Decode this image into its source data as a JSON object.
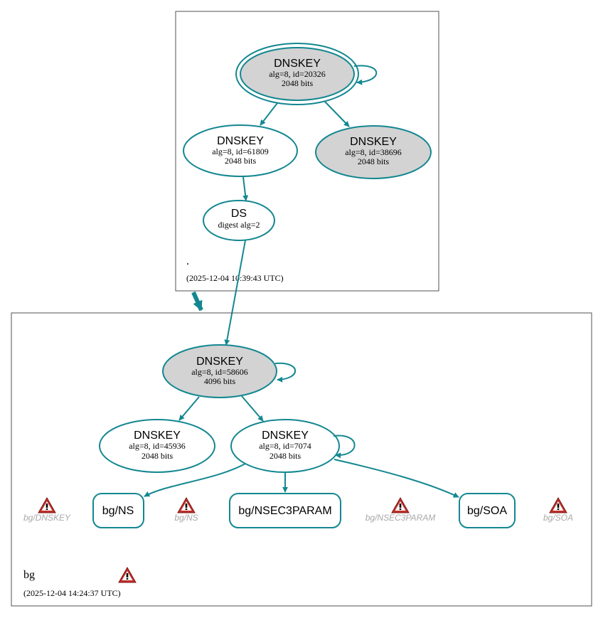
{
  "colors": {
    "edge": "#138791",
    "node_stroke": "#138791",
    "ksk_fill": "#d3d3d3",
    "zsk_fill": "#ffffff",
    "cluster_stroke": "#505050",
    "warn_red": "#c0302a",
    "warn_label": "#a8a8a8"
  },
  "root_zone": {
    "name": ".",
    "timestamp": "(2025-12-04 10:39:43 UTC)",
    "nodes": {
      "ksk": {
        "title": "DNSKEY",
        "line1": "alg=8, id=20326",
        "line2": "2048 bits"
      },
      "zsk1": {
        "title": "DNSKEY",
        "line1": "alg=8, id=61809",
        "line2": "2048 bits"
      },
      "zsk2": {
        "title": "DNSKEY",
        "line1": "alg=8, id=38696",
        "line2": "2048 bits"
      },
      "ds": {
        "title": "DS",
        "line1": "digest alg=2"
      }
    }
  },
  "bg_zone": {
    "name": "bg",
    "timestamp": "(2025-12-04 14:24:37 UTC)",
    "nodes": {
      "ksk": {
        "title": "DNSKEY",
        "line1": "alg=8, id=58606",
        "line2": "4096 bits"
      },
      "zsk1": {
        "title": "DNSKEY",
        "line1": "alg=8, id=45936",
        "line2": "2048 bits"
      },
      "zsk2": {
        "title": "DNSKEY",
        "line1": "alg=8, id=7074",
        "line2": "2048 bits"
      }
    },
    "rrsets": {
      "ns": "bg/NS",
      "nsec3param": "bg/NSEC3PARAM",
      "soa": "bg/SOA"
    },
    "warnings": {
      "dnskey": "bg/DNSKEY",
      "ns": "bg/NS",
      "nsec3param": "bg/NSEC3PARAM",
      "soa": "bg/SOA"
    }
  }
}
